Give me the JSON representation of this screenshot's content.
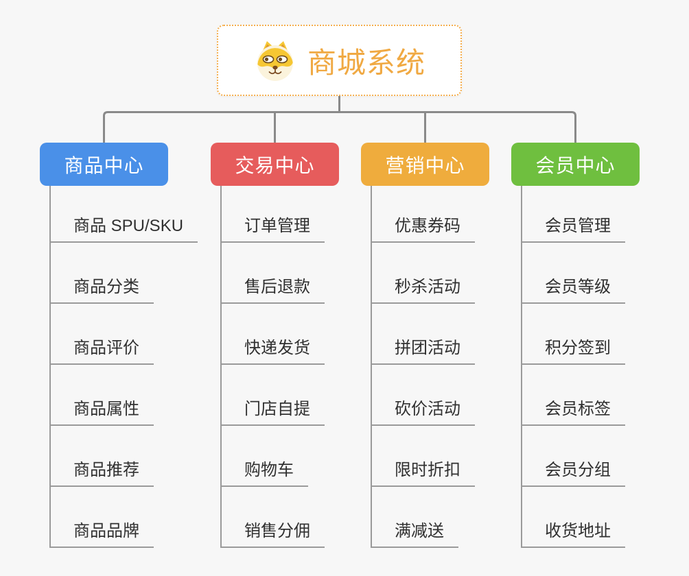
{
  "root": {
    "title": "商城系统",
    "icon": "dog-face-icon"
  },
  "colors": {
    "background": "#F7F7F7",
    "connector": "#8A8A8A",
    "leaf_line": "#9A9A9A",
    "leaf_text": "#303030",
    "root_border": "#F5AE4D",
    "root_text": "#F0A943"
  },
  "branches": [
    {
      "label": "商品中心",
      "color": "#4A90E8",
      "children": [
        "商品 SPU/SKU",
        "商品分类",
        "商品评价",
        "商品属性",
        "商品推荐",
        "商品品牌"
      ]
    },
    {
      "label": "交易中心",
      "color": "#E65C5C",
      "children": [
        "订单管理",
        "售后退款",
        "快递发货",
        "门店自提",
        "购物车",
        "销售分佣"
      ]
    },
    {
      "label": "营销中心",
      "color": "#EFAC3D",
      "children": [
        "优惠券码",
        "秒杀活动",
        "拼团活动",
        "砍价活动",
        "限时折扣",
        "满减送"
      ]
    },
    {
      "label": "会员中心",
      "color": "#6FBF3F",
      "children": [
        "会员管理",
        "会员等级",
        "积分签到",
        "会员标签",
        "会员分组",
        "收货地址"
      ]
    }
  ]
}
